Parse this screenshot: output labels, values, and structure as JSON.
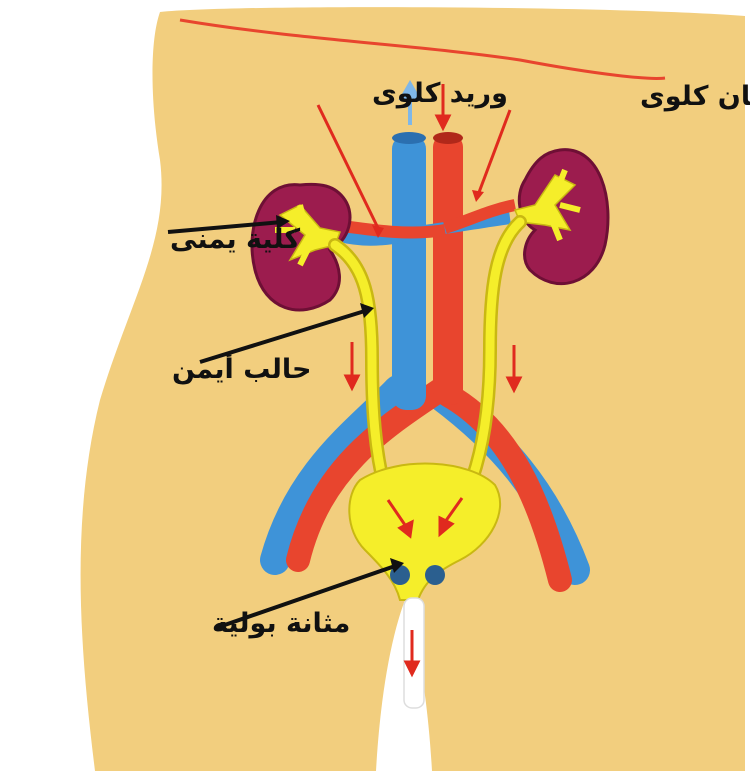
{
  "labels": {
    "renal_vein": "وريد كلوى",
    "renal_artery": "شريان كلوى",
    "right_kidney": "كلية يمنى",
    "right_ureter": "حالب أيمن",
    "urinary_bladder": "مثانة بولية"
  },
  "colors": {
    "skin": "#F2CE7E",
    "vein": "#3E93D8",
    "artery": "#E8452E",
    "kidney": "#9C1C4E",
    "urine": "#F5EE2A",
    "arrow": "#E02A1E",
    "pointer": "#111111"
  }
}
